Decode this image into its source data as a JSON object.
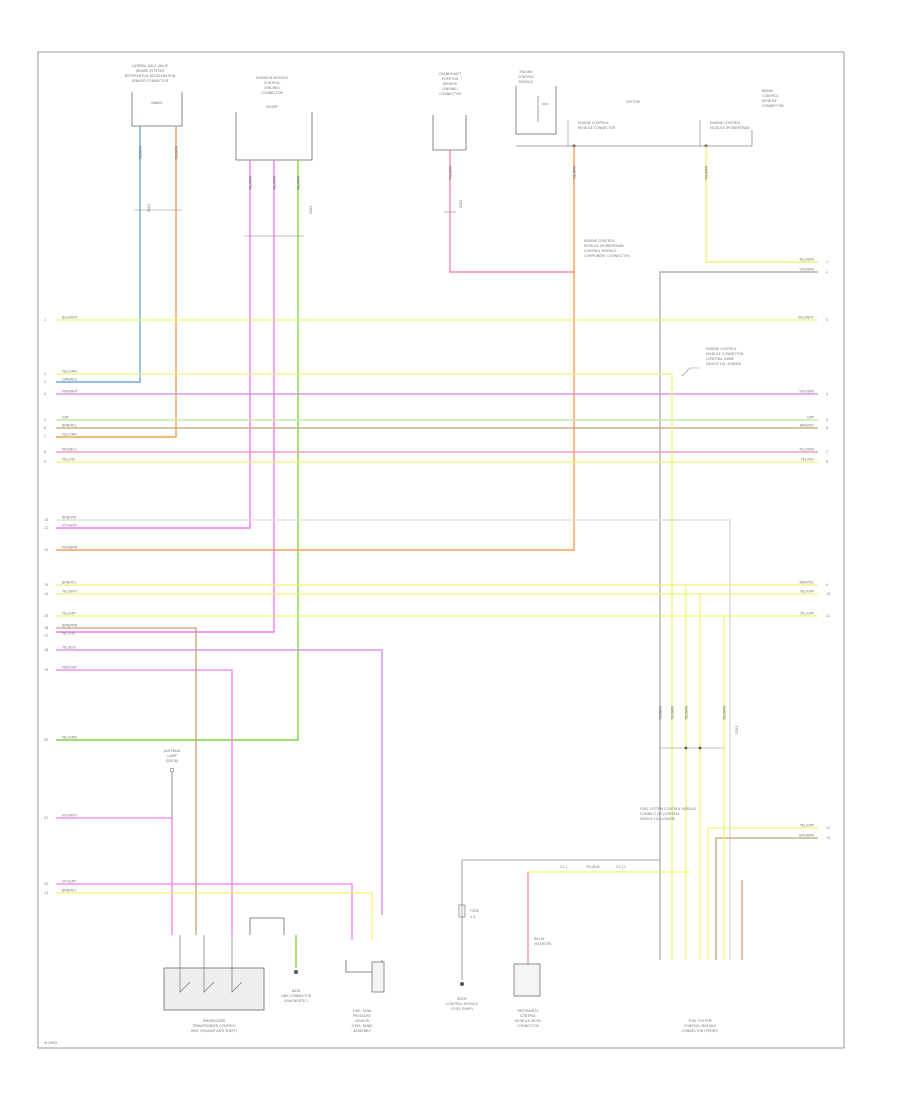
{
  "diagram": {
    "footer_code": "W-0093",
    "top_components": [
      {
        "lines": [
          "LATERAL AXLE VALVE",
          "(BRAKE SYSTEM)",
          "DIFFERENTIAL ACCELERATION",
          "SENSOR CONNECTOR"
        ],
        "sub": "BRAKE"
      },
      {
        "lines": [
          "EMISSION MODULE",
          "CONTROL",
          "(ENGINE)",
          "CONNECTOR"
        ],
        "sub": "INSERT"
      },
      {
        "lines": [
          "CRANKSHAFT",
          "POSITION",
          "SENSOR",
          "(ENGINE)",
          "CONNECTOR"
        ],
        "sub": ""
      },
      {
        "lines": [
          "ENGINE",
          "CONTROL",
          "MODULE"
        ],
        "sub": "SYSTEM"
      },
      {
        "lines": [
          "BRAKE",
          "CONTROL",
          "MODULE",
          "CONNECTOR"
        ],
        "sub": ""
      }
    ],
    "splice_notes": [
      [
        "ENGINE CONTROL",
        "MODULE CONNECTOR",
        "(CENTRAL GAME",
        "DEVICE 10) (LOWER)"
      ],
      [
        "ENGINE CONTROL",
        "MODULE (POWERTRAIN",
        "CONTROL MODULE",
        "COMPONENT CONNECTOR)"
      ]
    ],
    "bottom_components": [
      {
        "lines": [
          "IMMOBILIZER",
          "TRANSPONDER CONTROL",
          "UNIT (PASSIVE ANTI-THEFT)"
        ]
      },
      {
        "lines": [
          "DATA",
          "LINK CONNECTOR",
          "(DIAGNOSTIC)"
        ]
      },
      {
        "lines": [
          "FUEL TANK",
          "PRESSURE",
          "SENSOR",
          "(FUEL TANK)",
          "ASSEMBLY"
        ]
      },
      {
        "lines": [
          "BODY",
          "CONTROL MODULE",
          "(FUEL PUMP)"
        ]
      },
      {
        "lines": [
          "RESTRAINTS",
          "CONTROL",
          "MODULE (RCM)",
          "CONNECTOR"
        ]
      },
      {
        "lines": [
          "FUEL SYSTEM",
          "CONTROL MODULE",
          "CONNECTOR (FRONT)"
        ]
      }
    ],
    "small_notes": {
      "lamp": [
        "ANTENNA",
        "LAMP",
        "(DOOR)"
      ],
      "relay": [
        "RELAY",
        "(STARTER)"
      ],
      "fuse_text": "FUSE",
      "fuse_pin": "1 A",
      "mid_splice": [
        "FUEL SYSTEM CONTROL MODULE",
        "CONNECTOR (CENTRAL",
        "DEVICE 10) (LOWER)"
      ],
      "mid_bus": [
        "C1 1",
        "TEL/BLK",
        "C2 11"
      ]
    },
    "left_wire_labels": [
      {
        "t": "BLU/WHT",
        "pin": "1"
      },
      {
        "t": "YEL/GRN",
        "pin": "2"
      },
      {
        "t": "GRN/BLU",
        "pin": "3"
      },
      {
        "t": "PNK/WHT",
        "pin": "4"
      },
      {
        "t": "GRY",
        "pin": "5"
      },
      {
        "t": "BRN/YEL",
        "pin": "6"
      },
      {
        "t": "YEL/ORN",
        "pin": "7"
      },
      {
        "t": "PNK/BLU",
        "pin": "8"
      },
      {
        "t": "YEL/VIO",
        "pin": "9"
      },
      {
        "t": "BRN/VIO",
        "pin": "10"
      },
      {
        "t": "VIO/WHT",
        "pin": "11"
      },
      {
        "t": "PNK/BRN",
        "pin": "12"
      },
      {
        "t": "BRN/YEL",
        "pin": "13"
      },
      {
        "t": "YEL/WHT",
        "pin": "14"
      },
      {
        "t": "YEL/GRY",
        "pin": "15"
      },
      {
        "t": "BRN/PNK",
        "pin": "16"
      },
      {
        "t": "YEL/VIO",
        "pin": "17"
      },
      {
        "t": "YEL/BLK",
        "pin": "18"
      },
      {
        "t": "PNK/GRY",
        "pin": "19"
      },
      {
        "t": "YEL/GRN",
        "pin": "20"
      },
      {
        "t": "VIO/WHT",
        "pin": "21"
      },
      {
        "t": "VIO/GRY",
        "pin": "22"
      },
      {
        "t": "BRN/YEL",
        "pin": "23"
      }
    ],
    "right_wire_labels": [
      {
        "t": "YEL/GRN",
        "pin": "1"
      },
      {
        "t": "VIO/GRN",
        "pin": "2"
      },
      {
        "t": "BLU/WHT",
        "pin": "3"
      },
      {
        "t": "VIO/GRN",
        "pin": "4"
      },
      {
        "t": "GRY",
        "pin": "5"
      },
      {
        "t": "BRN/VIO",
        "pin": "6"
      },
      {
        "t": "YEL/GRN",
        "pin": "7"
      },
      {
        "t": "YEL/VIO",
        "pin": "8"
      },
      {
        "t": "BRN/YEL",
        "pin": "9"
      },
      {
        "t": "YEL/GRY",
        "pin": "10"
      },
      {
        "t": "YEL/GRY",
        "pin": "11"
      },
      {
        "t": "YEL/GRY",
        "pin": "12"
      },
      {
        "t": "GRY/BRN",
        "pin": "13"
      }
    ],
    "wire_code_tag": "YEL/GRN",
    "splice_tag": "S101",
    "colors": {
      "blue": "#6fa8dc",
      "orange": "#f6a05a",
      "magenta": "#f07cf0",
      "green": "#7fd63f",
      "pink": "#f58aa8",
      "yellow": "#f0f07a",
      "gray": "#b0b0b0",
      "brown": "#c8a070",
      "violet": "#cc88ee",
      "lightgreen": "#b8e8a0"
    }
  }
}
